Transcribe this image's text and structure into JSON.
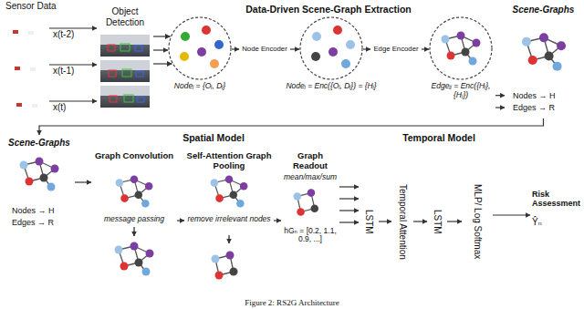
{
  "diagram": {
    "caption": "Figure 2: RS2G Architecture",
    "nodes": [
      {
        "text": [
          "x(t-2)"
        ]
      },
      {
        "text": [
          "x(t-1)"
        ]
      },
      {
        "text": [
          "x(t)"
        ]
      },
      {
        "text": [
          "Object Detection"
        ]
      },
      {
        "text": [
          "Data-Driven Scene-Graph Extraction"
        ]
      },
      {
        "text": [
          "Nodeᵢ = {Oᵢ, Dᵢ}"
        ],
        "in": 4
      },
      {
        "text": [
          "Node Encoder"
        ],
        "in": 4
      },
      {
        "text": [
          "Nodeᵢ = Enc({Oᵢ, Dᵢ}) = {Hᵢ}"
        ],
        "in": 4
      },
      {
        "text": [
          "Edge Encoder"
        ],
        "in": 4
      },
      {
        "text": [
          "Edgeᵢⱼ = Enc({Hᵢ}, {Hⱼ})"
        ],
        "in": 4
      },
      {
        "text": [
          "Scene-Graphs",
          "Nodes → H",
          "Edges → R"
        ]
      },
      {
        "text": [
          "Scene-Graphs",
          "Nodes → H",
          "Edges → R"
        ]
      },
      {
        "text": [
          "Spatial Model"
        ]
      },
      {
        "text": [
          "Graph Convolution",
          "message passing"
        ],
        "in": 12
      },
      {
        "text": [
          "Self-Attention Graph Pooling",
          "remove irrelevant nodes"
        ],
        "in": 12
      },
      {
        "text": [
          "Graph Readout",
          "mean/max/sum",
          "hGₙ = [0.2, 1.1, 0.9, ...]"
        ],
        "in": 12
      },
      {
        "text": [
          "Temporal Model"
        ]
      },
      {
        "text": [
          "LSTM"
        ],
        "in": 16
      },
      {
        "text": [
          "Temporal Attention"
        ],
        "in": 16
      },
      {
        "text": [
          "LSTM"
        ],
        "in": 16
      },
      {
        "text": [
          "MLP/ Log Softmax"
        ],
        "in": 16
      },
      {
        "text": [
          "Risk Assessment",
          "Ŷₙ"
        ]
      }
    ],
    "edges": [
      {
        "from": 0,
        "to": 3,
        "arrow": "to"
      },
      {
        "from": 1,
        "to": 3,
        "arrow": "to"
      },
      {
        "from": 2,
        "to": 3,
        "arrow": "to"
      },
      {
        "from": 3,
        "to": 5,
        "arrow": "to"
      },
      {
        "from": 3,
        "to": 5,
        "arrow": "to"
      },
      {
        "from": 3,
        "to": 5,
        "arrow": "to"
      },
      {
        "from": 5,
        "to": 6,
        "arrow": "to"
      },
      {
        "from": 6,
        "to": 7,
        "arrow": "to"
      },
      {
        "from": 7,
        "to": 8,
        "arrow": "to"
      },
      {
        "from": 8,
        "to": 9,
        "arrow": "to"
      },
      {
        "from": 4,
        "to": 10,
        "arrow": "to"
      },
      {
        "from": 4,
        "to": 10,
        "arrow": "to"
      },
      {
        "from": 10,
        "to": 11,
        "arrow": "to"
      },
      {
        "from": 11,
        "to": 13,
        "arrow": "to"
      },
      {
        "from": 13,
        "to": 14,
        "arrow": "to"
      },
      {
        "from": 14,
        "to": 15,
        "arrow": "to"
      },
      {
        "from": 15,
        "to": 17,
        "arrow": "to"
      },
      {
        "from": 15,
        "to": 17,
        "arrow": "to"
      },
      {
        "from": 15,
        "to": 17,
        "arrow": "to"
      },
      {
        "from": 15,
        "to": 17,
        "arrow": "to"
      },
      {
        "from": 17,
        "to": 18,
        "arrow": "to"
      },
      {
        "from": 18,
        "to": 19,
        "arrow": "to"
      },
      {
        "from": 19,
        "to": 20,
        "arrow": "to"
      },
      {
        "from": 20,
        "to": 21,
        "arrow": "to"
      }
    ],
    "labels": [
      "Sensor Data"
    ]
  }
}
